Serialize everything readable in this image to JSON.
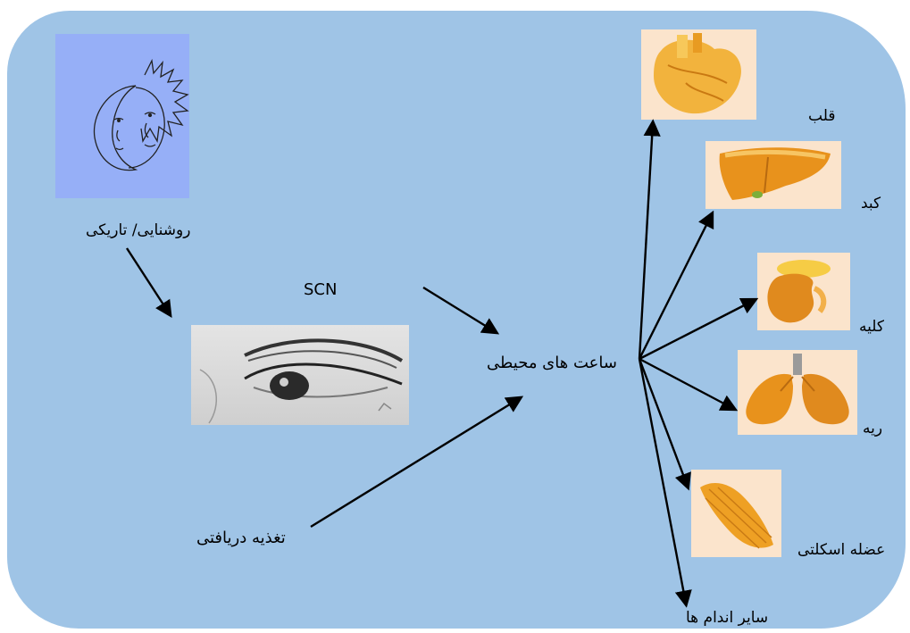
{
  "diagram": {
    "light_dark_label": "روشنایی/ تاریکی",
    "scn_label": "SCN",
    "peripheral_clocks_label": "ساعت های محیطی",
    "food_intake_label": "تغذیه دریافتی",
    "organs": [
      {
        "label": "قلب",
        "icon": "heart-icon"
      },
      {
        "label": "کبد",
        "icon": "liver-icon"
      },
      {
        "label": "کلیه",
        "icon": "kidney-icon"
      },
      {
        "label": "ریه",
        "icon": "lung-icon"
      },
      {
        "label": "عضله اسکلتی",
        "icon": "muscle-icon"
      },
      {
        "label": "سایر اندام ها",
        "icon": ""
      }
    ],
    "colors": {
      "background": "#9fc4e6",
      "organ_orange": "#e8921c",
      "organ_bg": "#fbe4cc",
      "sun_bg": "#96aff7"
    }
  }
}
